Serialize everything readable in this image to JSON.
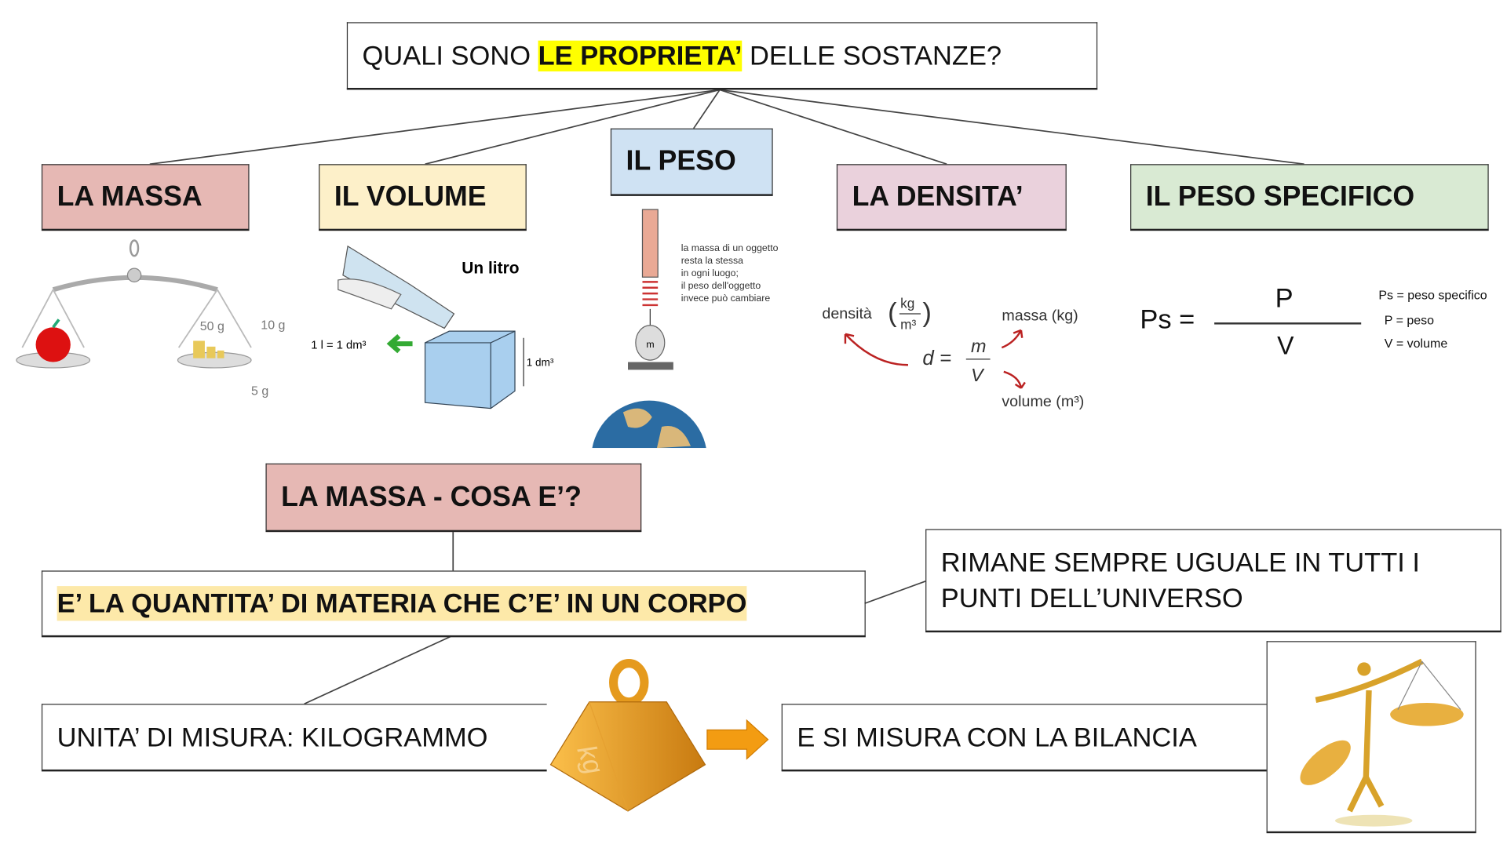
{
  "title": {
    "before": "QUALI SONO ",
    "highlight": "LE PROPRIETA’",
    "after": " DELLE SOSTANZE?"
  },
  "categories": [
    {
      "label": "LA MASSA",
      "color": "#e6b8b4"
    },
    {
      "label": "IL VOLUME",
      "color": "#fdf0c9"
    },
    {
      "label": "IL PESO",
      "color": "#cfe2f3"
    },
    {
      "label": "LA DENSITA’",
      "color": "#ead1dc"
    },
    {
      "label": "IL PESO SPECIFICO",
      "color": "#d9ead3"
    }
  ],
  "massa_image": {
    "w1": "50 g",
    "w2": "10 g",
    "w3": "5 g"
  },
  "volume_image": {
    "title": "Un litro",
    "eq": "1 l = 1 dm³",
    "side": "1 dm³"
  },
  "peso_image": {
    "note": [
      "la massa di un oggetto",
      "resta la stessa",
      "in ogni luogo;",
      "il peso dell'oggetto",
      "invece può cambiare"
    ],
    "m": "m"
  },
  "densita_formula": {
    "densita": "densità",
    "unit_num": "kg",
    "unit_den": "m³",
    "d": "d =",
    "m": "m",
    "v": "V",
    "massa": "massa (kg)",
    "volume": "volume (m³)"
  },
  "peso_specifico_formula": {
    "lhs": "Ps",
    "eq": "=",
    "num": "P",
    "den": "V",
    "legend": [
      "Ps = peso specifico",
      "P = peso",
      "V = volume"
    ]
  },
  "massa_question": "LA MASSA - COSA E’?",
  "definition": "E’ LA QUANTITA’ DI MATERIA CHE C’E’ IN UN CORPO",
  "universe_note": "RIMANE SEMPRE UGUALE IN TUTTI I PUNTI DELL’UNIVERSO",
  "unit": "UNITA’ DI MISURA: KILOGRAMMO",
  "weight_label": "kg",
  "measure": "E SI MISURA CON LA BILANCIA",
  "colors": {
    "highlight": "#ffff00",
    "definition_highlight": "#fde9a9",
    "orange": "#f39c12"
  }
}
